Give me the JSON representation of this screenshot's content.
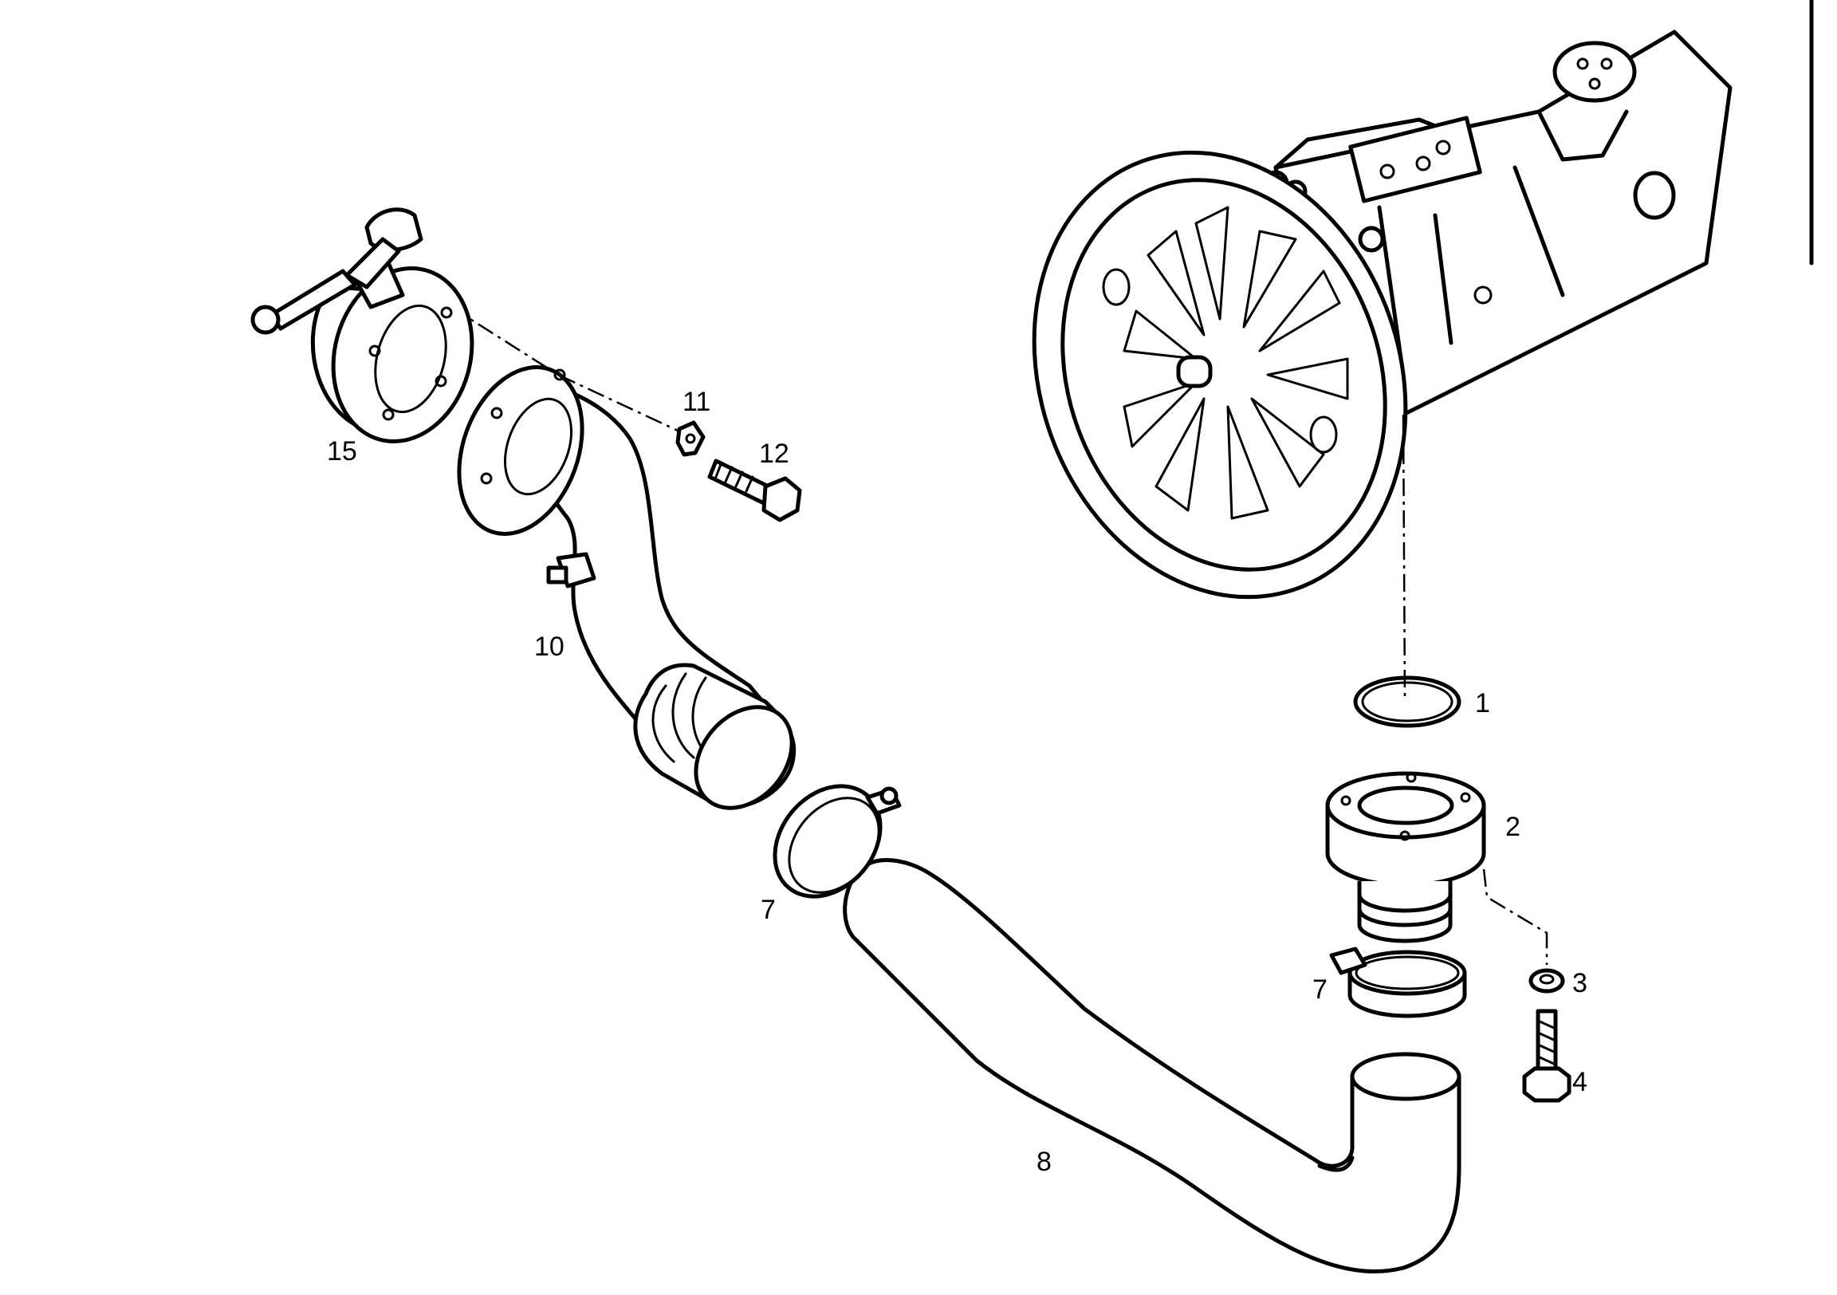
{
  "callouts": {
    "c1": "1",
    "c2": "2",
    "c3": "3",
    "c4": "4",
    "c7a": "7",
    "c7b": "7",
    "c8": "8",
    "c10": "10",
    "c11": "11",
    "c12": "12",
    "c15": "15"
  },
  "colors": {
    "line": "#000000",
    "background": "#ffffff"
  }
}
